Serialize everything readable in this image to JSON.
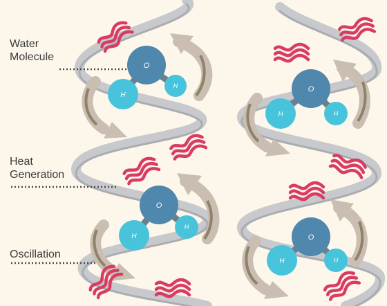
{
  "labels": {
    "water_molecule": [
      "Water",
      "Molecule"
    ],
    "heat_generation": [
      "Heat",
      "Generation"
    ],
    "oscillation": "Oscillation"
  },
  "atoms": {
    "oxygen": "O",
    "hydrogen": "H"
  },
  "colors": {
    "background": "#fdf6ea",
    "oxygen": "#4f87ad",
    "hydrogen": "#48c3dc",
    "bond": "#6f7f8a",
    "helix": "#c7c9cd",
    "helix_shade": "#a9acb1",
    "arrow": "#c9beb1",
    "arrow_shade": "#8e8268",
    "heat": "#d83c63",
    "leader": "#4a4a4a"
  },
  "icons": [
    "water-molecule-icon",
    "heat-wave-icon",
    "rotation-arrow-icon",
    "helix-ribbon-icon"
  ]
}
